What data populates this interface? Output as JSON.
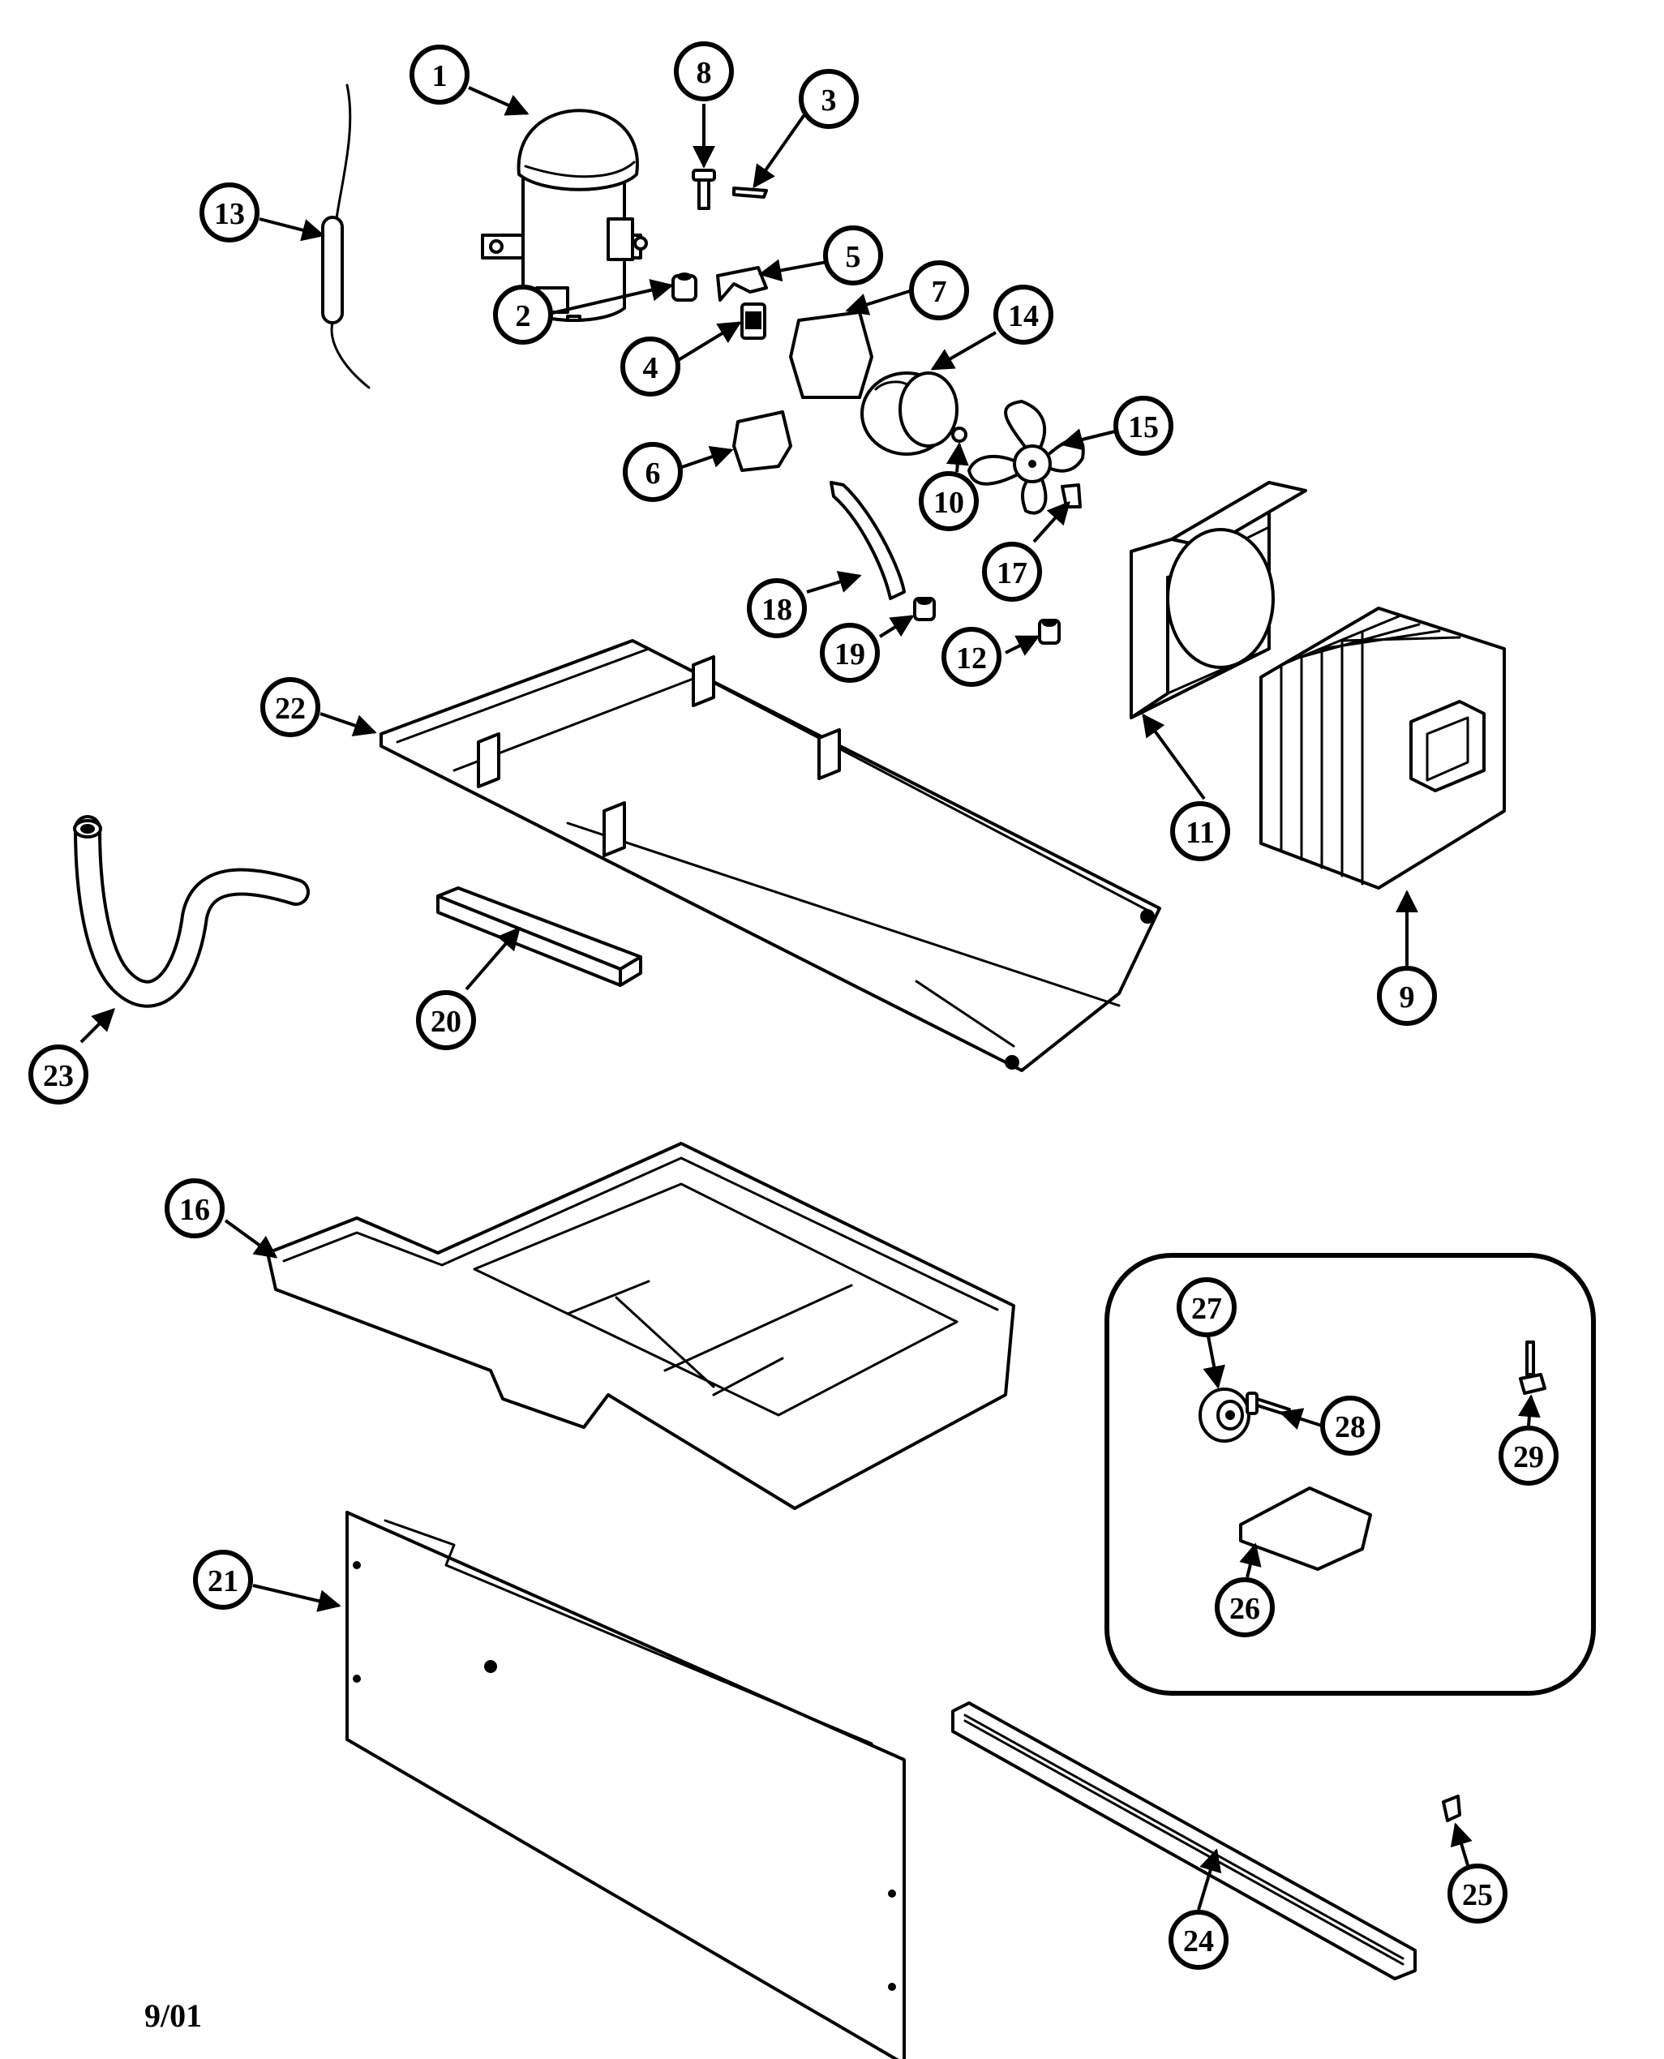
{
  "date_code": "9/01",
  "callouts": [
    "1",
    "2",
    "3",
    "4",
    "5",
    "6",
    "7",
    "8",
    "9",
    "10",
    "11",
    "12",
    "13",
    "14",
    "15",
    "16",
    "17",
    "18",
    "19",
    "20",
    "21",
    "22",
    "23",
    "24",
    "25",
    "26",
    "27",
    "28",
    "29"
  ]
}
